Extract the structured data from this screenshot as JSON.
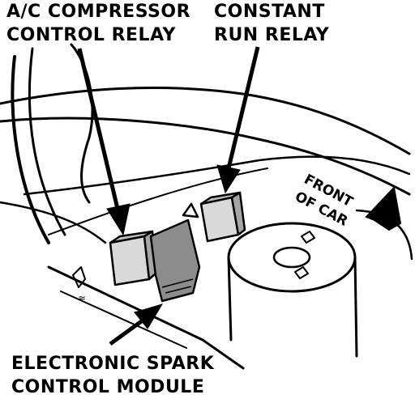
{
  "labels": {
    "ac_relay": [
      "A/C COMPRESSOR",
      "CONTROL RELAY"
    ],
    "constant_run_relay": [
      "CONSTANT",
      "RUN RELAY"
    ],
    "esc_module": [
      "ELECTRONIC SPARK",
      "CONTROL MODULE"
    ],
    "front_of_car": [
      "FRONT",
      "OF CAR"
    ]
  }
}
